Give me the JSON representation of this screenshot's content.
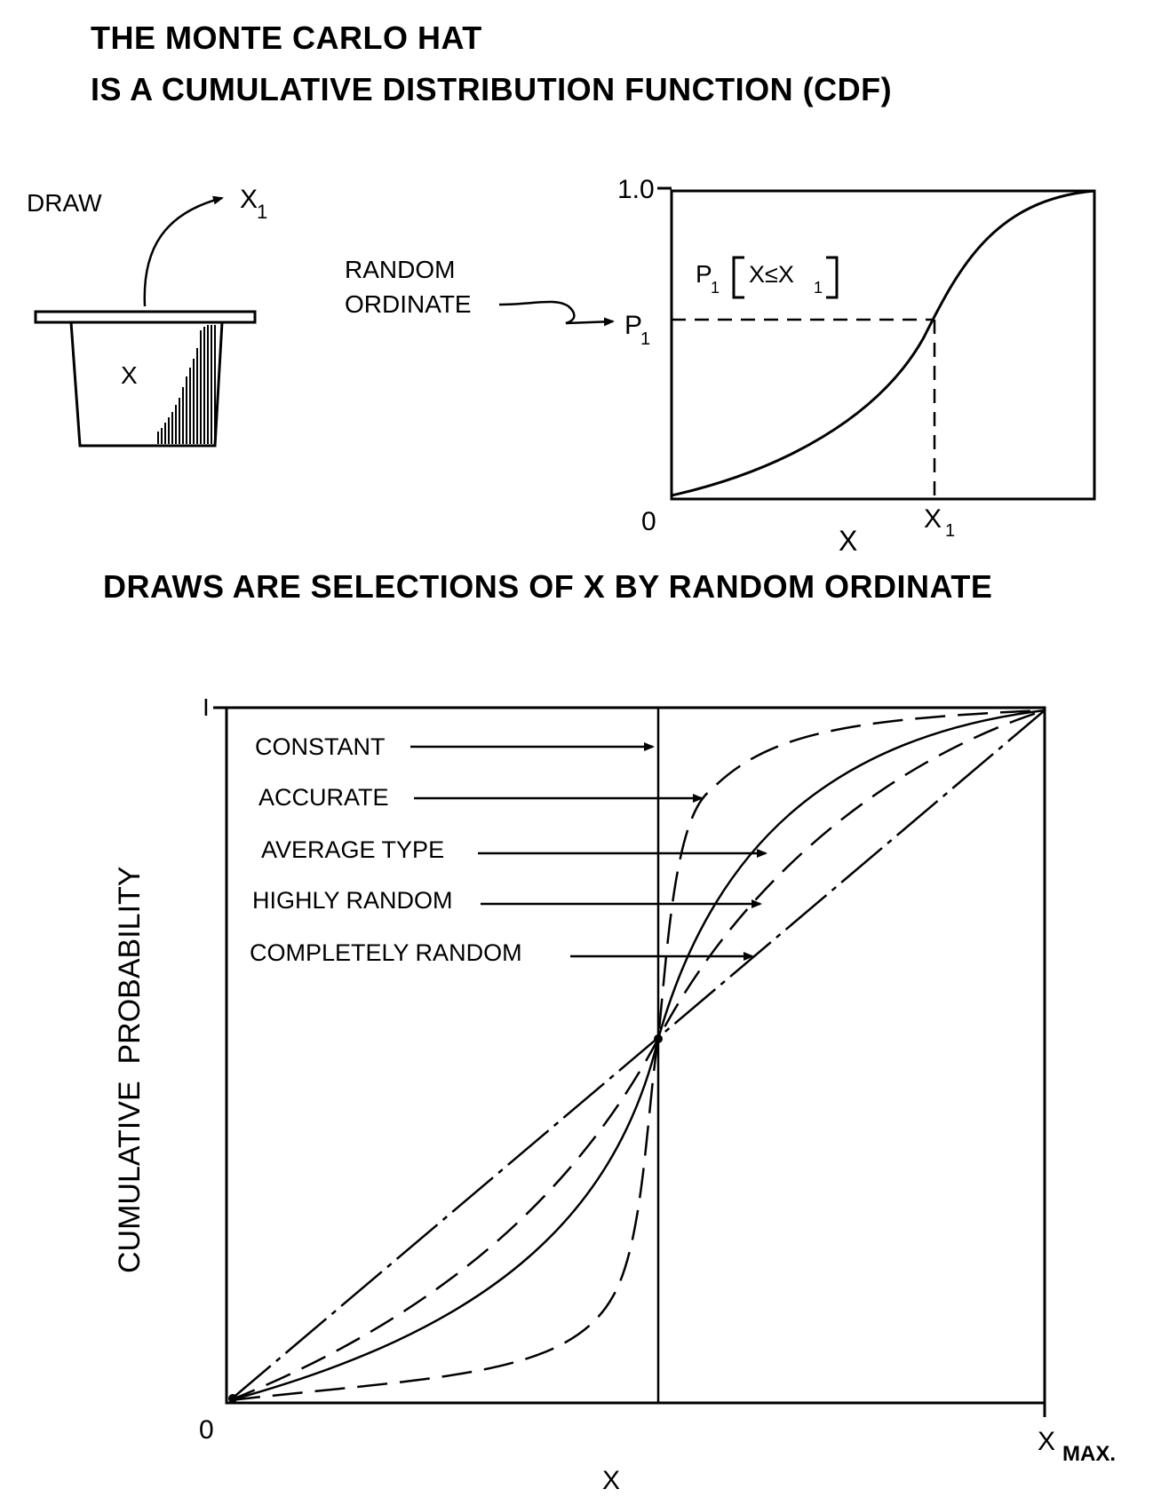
{
  "title": {
    "line1": "THE MONTE CARLO HAT",
    "line2": "IS A CUMULATIVE DISTRIBUTION FUNCTION (CDF)"
  },
  "hat": {
    "draw_label": "DRAW",
    "draw_target": "X",
    "draw_target_sub": "1",
    "content_label": "X"
  },
  "cdf": {
    "random_ordinate_line1": "RANDOM",
    "random_ordinate_line2": "ORDINATE",
    "p_label": "P",
    "p_sub": "1",
    "prob_expr_p": "P",
    "prob_expr_sub": "1",
    "prob_expr_body": "X≤X",
    "prob_expr_body_sub": "1",
    "y_top": "1.0",
    "y_bottom": "0",
    "x_label": "X",
    "x_mark": "X",
    "x_mark_sub": "1"
  },
  "subtitle": "DRAWS ARE SELECTIONS OF X BY RANDOM ORDINATE",
  "family": {
    "y_axis_label": "CUMULATIVE  PROBABILITY",
    "y_top": "I",
    "origin": "0",
    "x_label": "X",
    "x_max": "X",
    "x_max_suffix": "MAX.",
    "curves": [
      {
        "label": "CONSTANT",
        "style": "dashed-vertical"
      },
      {
        "label": "ACCURATE",
        "style": "long-dash"
      },
      {
        "label": "AVERAGE TYPE",
        "style": "solid"
      },
      {
        "label": "HIGHLY RANDOM",
        "style": "dashed"
      },
      {
        "label": "COMPLETELY RANDOM",
        "style": "dash-dot"
      }
    ]
  },
  "colors": {
    "ink": "#000000",
    "paper": "#ffffff"
  }
}
